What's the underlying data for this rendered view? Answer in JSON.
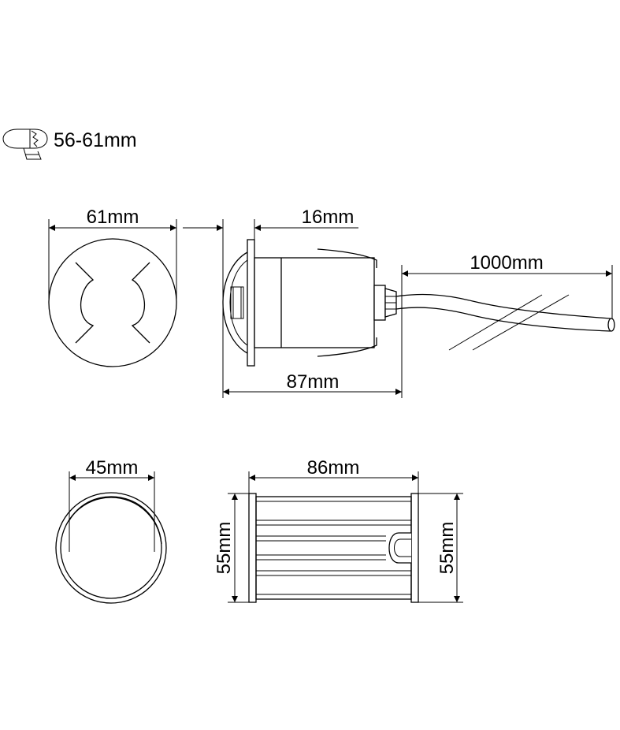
{
  "hole_size": {
    "label": "56-61mm"
  },
  "dimensions": {
    "front_diameter": "61mm",
    "flange_depth": "16mm",
    "cable_length": "1000mm",
    "total_length": "87mm",
    "housing_diameter": "45mm",
    "housing_length": "86mm",
    "housing_height_left": "55mm",
    "housing_height_right": "55mm"
  }
}
